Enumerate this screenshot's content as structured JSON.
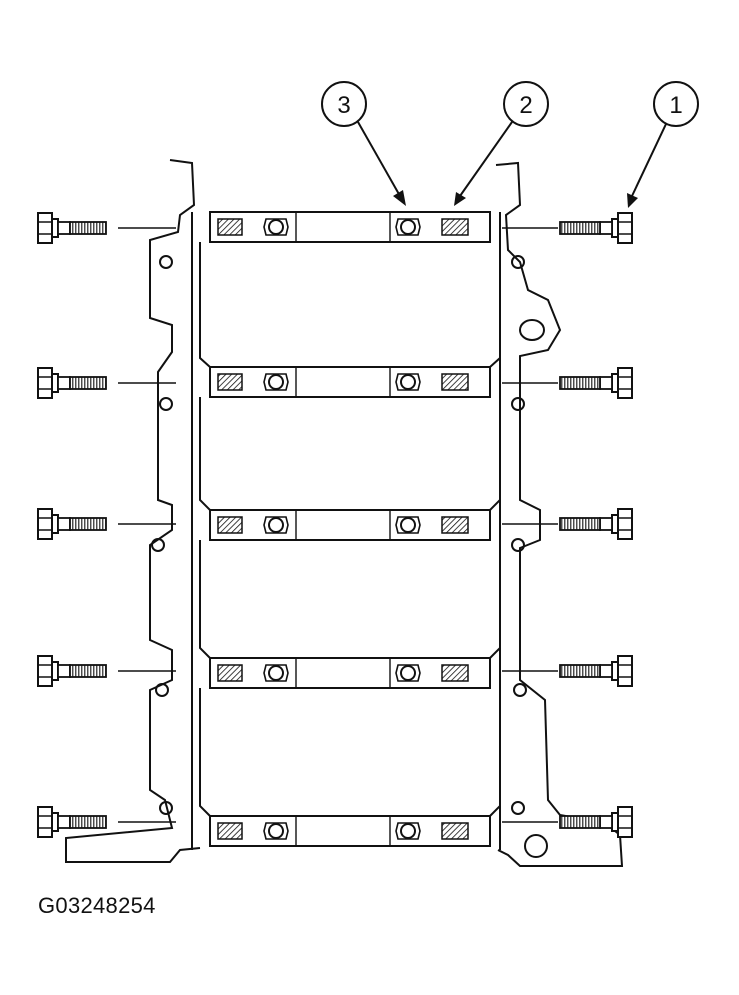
{
  "figure": {
    "id_label": "G03248254",
    "callouts": [
      {
        "number": "3"
      },
      {
        "number": "2"
      },
      {
        "number": "1"
      }
    ],
    "colors": {
      "line": "#111111",
      "fill": "#ffffff"
    }
  }
}
